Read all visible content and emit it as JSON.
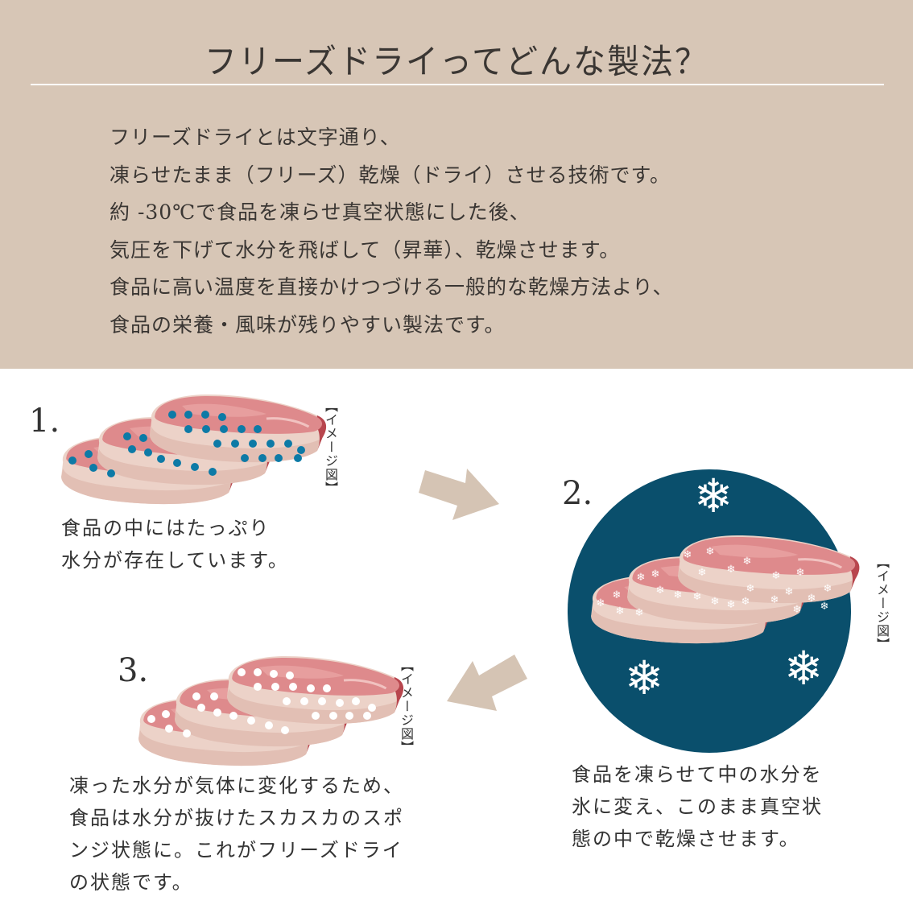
{
  "header": {
    "title": "フリーズドライってどんな製法？",
    "intro_lines": [
      "フリーズドライとは文字通り、",
      "凍らせたまま（フリーズ）乾燥（ドライ）させる技術です。",
      "約 -30℃で食品を凍らせ真空状態にした後、",
      "気圧を下げて水分を飛ばして（昇華）、乾燥させます。",
      "食品に高い温度を直接かけつづける一般的な乾燥方法より、",
      "食品の栄養・風味が残りやすい製法です。"
    ]
  },
  "colors": {
    "header_bg": "#d7c6b6",
    "arrow": "#d5c4b4",
    "circle_bg": "#0a4f6c",
    "water_dot": "#0d7aa6",
    "meat_top": "#de8a8c",
    "meat_side": "#ecd2c8",
    "meat_edge": "#b8464e"
  },
  "image_label": "【イメージ図】",
  "steps": [
    {
      "number": "1.",
      "caption_lines": [
        "食品の中にはたっぷり",
        "水分が存在しています。"
      ],
      "dot_style": "water-dots"
    },
    {
      "number": "2.",
      "caption_lines": [
        "食品を凍らせて中の水分を",
        "氷に変え、このまま真空状",
        "態の中で乾燥させます。"
      ],
      "dot_style": "snowflakes"
    },
    {
      "number": "3.",
      "caption_lines": [
        "凍った水分が気体に変化するため、",
        "食品は水分が抜けたスカスカのスポ",
        "ンジ状態に。これがフリーズドライ",
        "の状態です。"
      ],
      "dot_style": "white-holes"
    }
  ]
}
